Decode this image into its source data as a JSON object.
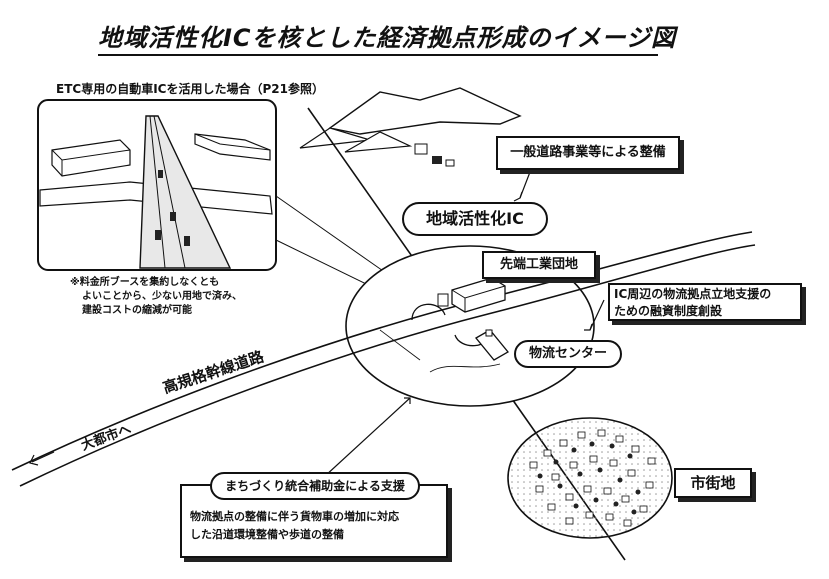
{
  "title": "地域活性化ICを核とした経済拠点形成のイメージ図",
  "inset": {
    "caption": "ETC専用の自動車ICを活用した場合（P21参照）",
    "notes": [
      "※料金所ブースを集約しなくとも",
      "よいことから、少ない用地で済み、",
      "建設コストの縮減が可能"
    ]
  },
  "labels": {
    "ippan": "一般道路事業等による整備",
    "ic": "地域活性化IC",
    "sentan": "先端工業団地",
    "ic_area": [
      "IC周辺の物流拠点立地支援の",
      "ための融資制度創設"
    ],
    "butsuryu": "物流センター",
    "koukikaku": "高規格幹線道路",
    "daitoshi": "大都市へ",
    "shigaichi": "市街地",
    "machizukuri": "まちづくり統合補助金による支援",
    "machizukuri_detail": [
      "物流拠点の整備に伴う貨物車の増加に対応",
      "した沿道環境整備や歩道の整備"
    ]
  }
}
